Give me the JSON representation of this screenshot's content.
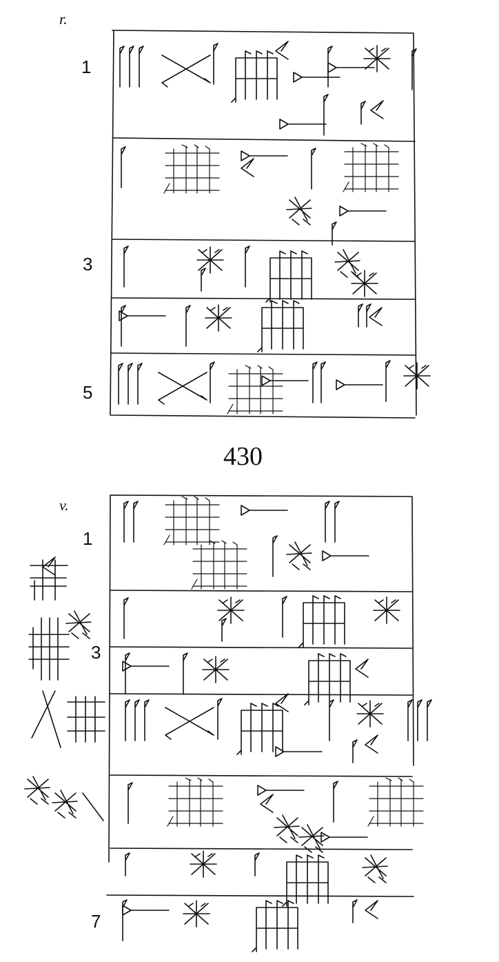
{
  "obverse": {
    "side_mark": "r.",
    "line_numbers": [
      "1",
      "3",
      "5"
    ]
  },
  "tablet_number": "430",
  "reverse": {
    "side_mark": "v.",
    "line_numbers": [
      "1",
      "3",
      "7"
    ]
  }
}
